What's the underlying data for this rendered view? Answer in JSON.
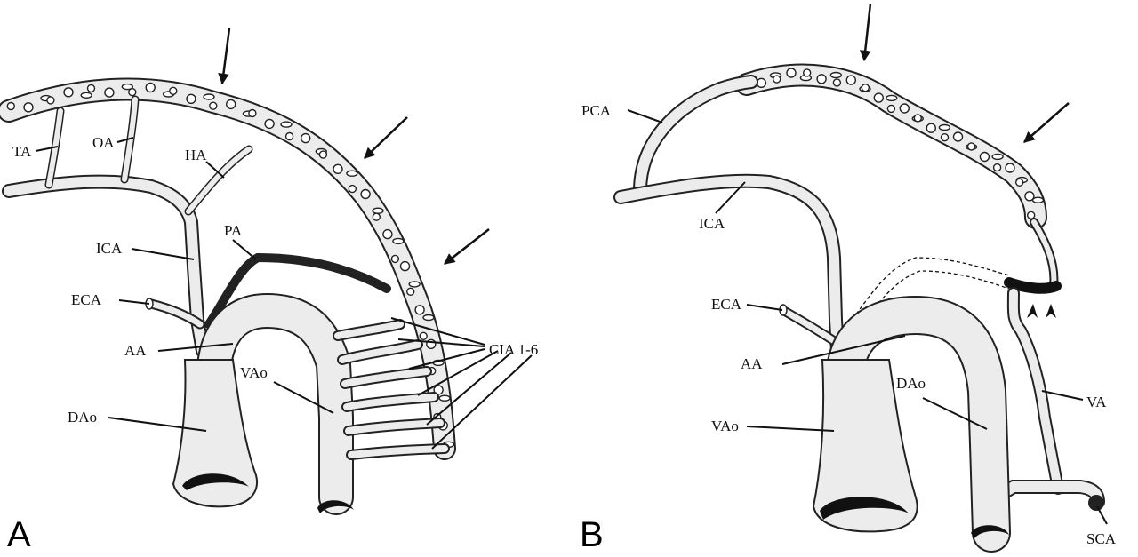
{
  "panels": [
    {
      "letter": "A",
      "labels": {
        "ta": "TA",
        "oa": "OA",
        "ha": "HA",
        "ica": "ICA",
        "pa": "PA",
        "eca": "ECA",
        "aa": "AA",
        "vao": "VAo",
        "dao": "DAo",
        "cia": "CIA 1-6"
      },
      "arrow_count": 3
    },
    {
      "letter": "B",
      "labels": {
        "pca": "PCA",
        "ica": "ICA",
        "eca": "ECA",
        "aa": "AA",
        "vao": "VAo",
        "dao": "DAo",
        "va": "VA",
        "sca": "SCA"
      },
      "arrow_count": 2,
      "arrowhead_count": 2
    }
  ],
  "colors": {
    "vessel_fill": "#ececec",
    "outline": "#222222",
    "dark_vessel": "#222222"
  }
}
